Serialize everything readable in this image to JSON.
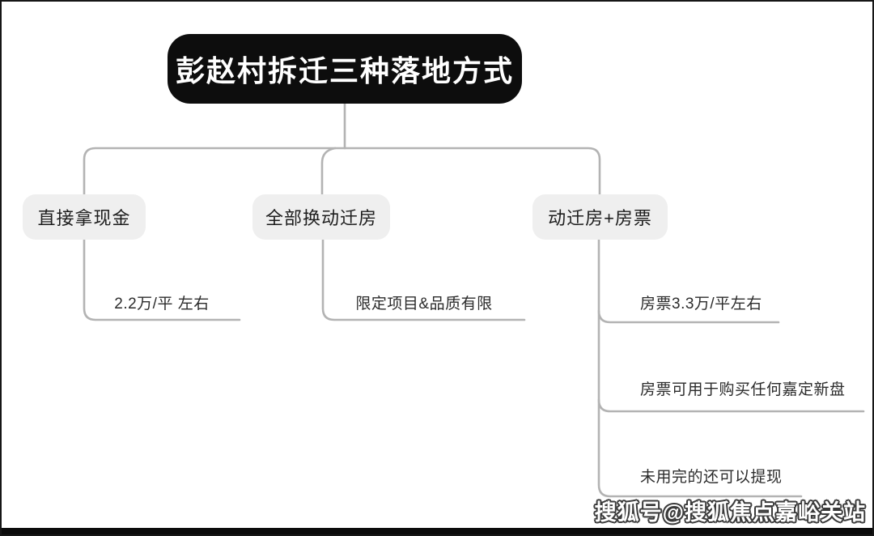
{
  "diagram": {
    "root": {
      "label": "彭赵村拆迁三种落地方式"
    },
    "branches": [
      {
        "label": "直接拿现金",
        "children": [
          {
            "label": "2.2万/平 左右"
          }
        ]
      },
      {
        "label": "全部换动迁房",
        "children": [
          {
            "label": "限定项目&品质有限"
          }
        ]
      },
      {
        "label": "动迁房+房票",
        "children": [
          {
            "label": "房票3.3万/平左右"
          },
          {
            "label": "房票可用于购买任何嘉定新盘"
          },
          {
            "label": "未用完的还可以提现"
          }
        ]
      }
    ],
    "colors": {
      "root_bg": "#0d0d0d",
      "root_text": "#ffffff",
      "branch_bg": "#efefef",
      "branch_text": "#1d1d1d",
      "connector": "#b3b3b3",
      "frame": "#161616"
    }
  },
  "watermark": {
    "text": "搜狐号@搜狐焦点嘉峪关站"
  }
}
